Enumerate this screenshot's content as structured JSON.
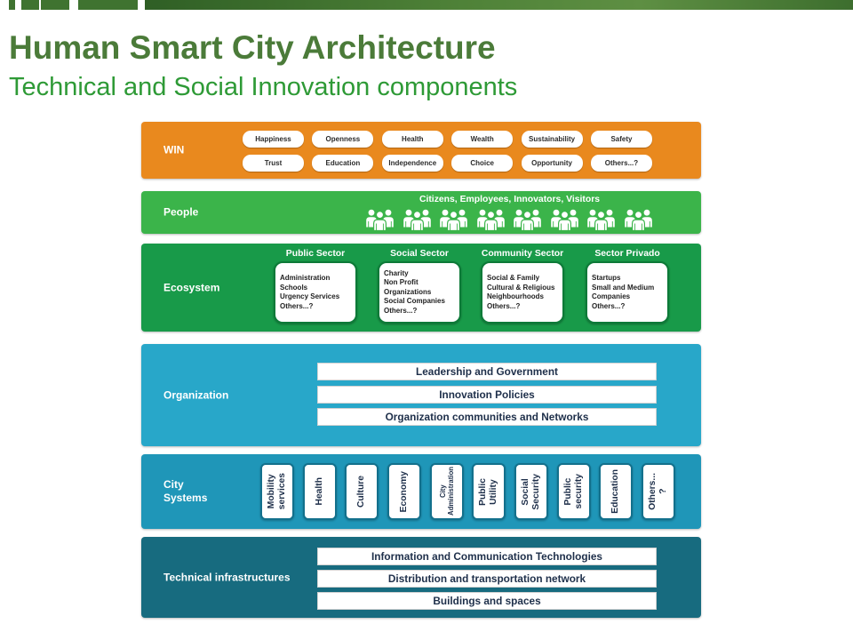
{
  "header": {
    "title": "Human Smart City Architecture",
    "subtitle": "Technical and Social Innovation components"
  },
  "win": {
    "label": "WIN",
    "rows": [
      [
        "Happiness",
        "Openness",
        "Health",
        "Wealth",
        "Sustainability",
        "Safety"
      ],
      [
        "Trust",
        "Education",
        "Independence",
        "Choice",
        "Opportunity",
        "Others...?"
      ]
    ]
  },
  "people": {
    "label": "People",
    "caption": "Citizens, Employees, Innovators, Visitors",
    "icon": "people-group-icon"
  },
  "ecosystem": {
    "label": "Ecosystem",
    "sectors": [
      {
        "title": "Public Sector",
        "lines": [
          "Administration",
          "Schools",
          "Urgency Services",
          "Others...?"
        ]
      },
      {
        "title": "Social Sector",
        "lines": [
          "Charity",
          "Non Profit",
          "Organizations",
          "Social Companies",
          "Others...?"
        ]
      },
      {
        "title": "Community Sector",
        "lines": [
          "Social & Family",
          "Cultural & Religious",
          "Neighbourhoods",
          "Others...?"
        ]
      },
      {
        "title": "Sector Privado",
        "lines": [
          "Startups",
          "Small and Medium",
          "Companies",
          "Others...?"
        ]
      }
    ]
  },
  "organization": {
    "label": "Organization",
    "items": [
      "Leadership and Government",
      "Innovation Policies",
      "Organization communities and Networks"
    ]
  },
  "city_systems": {
    "label_lines": [
      "City",
      "Systems"
    ],
    "items": [
      [
        "Mobility",
        "services"
      ],
      [
        "Health"
      ],
      [
        "Culture"
      ],
      [
        "Economy"
      ],
      [
        "City",
        "Administration"
      ],
      [
        "Public",
        "Utility"
      ],
      [
        "Social",
        "Security"
      ],
      [
        "Public",
        "security"
      ],
      [
        "Education"
      ],
      [
        "Others...",
        "?"
      ]
    ]
  },
  "technical": {
    "label": "Technical infrastructures",
    "items": [
      "Information and Communication Technologies",
      "Distribution and transportation network",
      "Buildings and spaces"
    ]
  },
  "colors": {
    "title": "#4b7b39",
    "subtitle": "#2e9a36",
    "win": "#e9891e",
    "people": "#3bb44a",
    "ecosystem": "#189a49",
    "organization": "#28a7c9",
    "city_systems": "#1f96b8",
    "technical": "#176b7f"
  }
}
